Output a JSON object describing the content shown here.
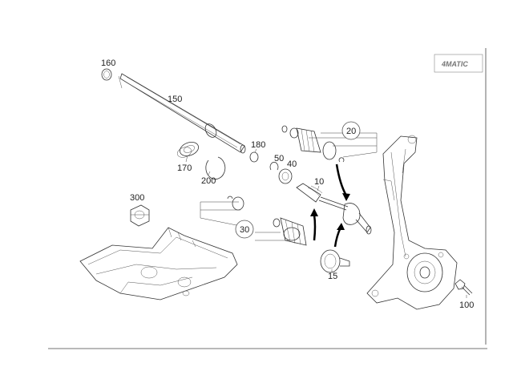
{
  "logo": {
    "text": "4MATIC"
  },
  "parts": [
    {
      "id": "p160",
      "label": "160"
    },
    {
      "id": "p150",
      "label": "150"
    },
    {
      "id": "p180",
      "label": "180"
    },
    {
      "id": "p170",
      "label": "170"
    },
    {
      "id": "p200",
      "label": "200"
    },
    {
      "id": "p50",
      "label": "50"
    },
    {
      "id": "p40",
      "label": "40"
    },
    {
      "id": "p10",
      "label": "10"
    },
    {
      "id": "p300",
      "label": "300"
    },
    {
      "id": "p15",
      "label": "15"
    },
    {
      "id": "p100",
      "label": "100"
    }
  ],
  "groups": [
    {
      "id": "g20",
      "label": "20"
    },
    {
      "id": "g30",
      "label": "30"
    }
  ]
}
